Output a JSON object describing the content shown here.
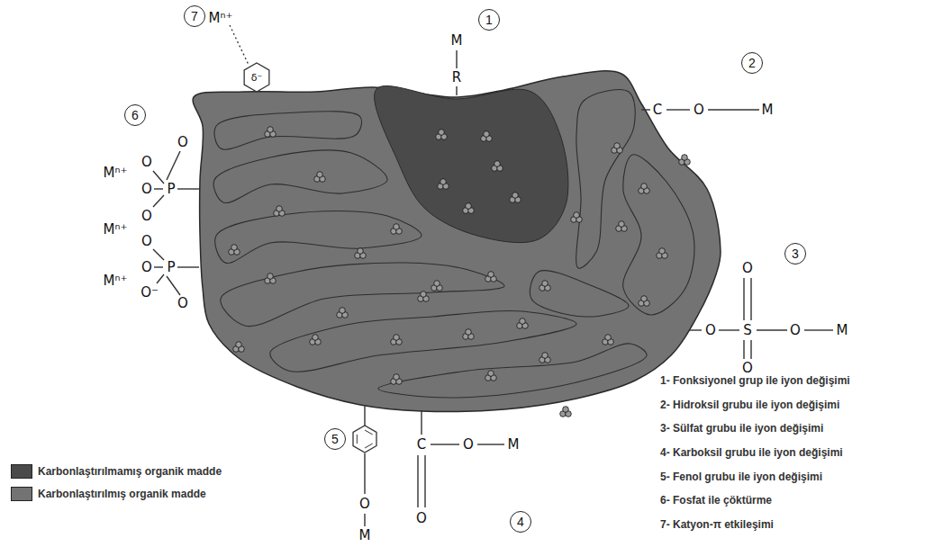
{
  "diagram": {
    "nodes": [
      {
        "text": [
          "7"
        ]
      },
      {
        "text": [
          "1"
        ]
      },
      {
        "text": [
          "2"
        ]
      },
      {
        "text": [
          "δ⁻"
        ]
      },
      {
        "text": [
          "6"
        ]
      },
      {
        "text": [
          "3"
        ]
      },
      {
        "text": [
          "5"
        ]
      },
      {
        "text": [
          "4"
        ]
      }
    ],
    "labels": [
      "Mⁿ⁺",
      "M",
      "R",
      "C",
      "O",
      "M",
      "O",
      "O",
      "Mⁿ⁺",
      "O",
      "P",
      "O",
      "Mⁿ⁺",
      "O",
      "O",
      "P",
      "Mⁿ⁺",
      "O⁻",
      "O",
      "O",
      "O",
      "S",
      "O",
      "M",
      "O",
      "C",
      "O",
      "M",
      "O",
      "O",
      "M",
      "1- Fonksiyonel grup ile iyon değişimi",
      "2- Hidroksil grubu ile iyon değişimi",
      "3- Sülfat grubu ile iyon değişimi",
      "4- Karboksil grubu ile iyon değişimi",
      "5- Fenol grubu ile iyon değişimi",
      "6- Fosfat ile çöktürme",
      "7- Katyon-π etkileşimi"
    ],
    "legend": [
      {
        "text": "Karbonlaştırılmamış organik madde",
        "color": "#4a4a4a"
      },
      {
        "text": "Karbonlaştırılmış organik madde",
        "color": "#737373"
      }
    ]
  }
}
